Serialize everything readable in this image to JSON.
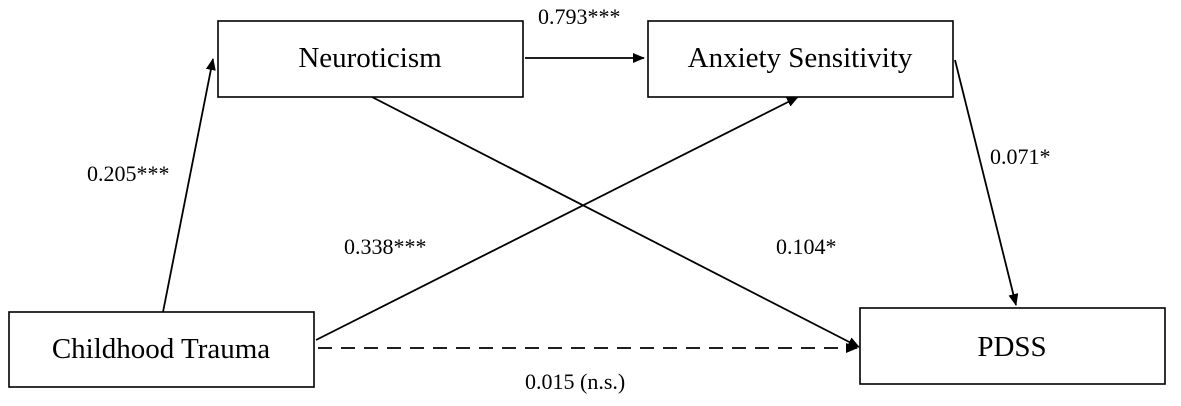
{
  "nodes": {
    "neuroticism": "Neuroticism",
    "anxiety_sensitivity": "Anxiety Sensitivity",
    "childhood_trauma": "Childhood Trauma",
    "pdss": "PDSS"
  },
  "paths": {
    "ct_to_neuro": "0.205***",
    "neuro_to_as": "0.793***",
    "as_to_pdss": "0.071*",
    "ct_to_as": "0.338***",
    "neuro_to_pdss": "0.104*",
    "ct_to_pdss": "0.015 (n.s.)"
  }
}
